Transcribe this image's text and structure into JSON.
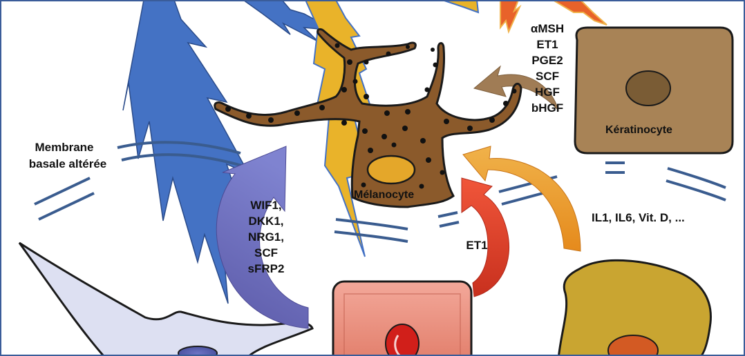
{
  "labels": {
    "membrane_line1": "Membrane",
    "membrane_line2": "basale altérée",
    "melanocyte": "Mélanocyte",
    "keratinocyte": "Kératinocyte",
    "keratinocyte_factors": [
      "αMSH",
      "ET1",
      "PGE2",
      "SCF",
      "HGF",
      "bHGF"
    ],
    "fibroblast_factors": [
      "WIF1,",
      "DKK1,",
      "NRG1,",
      "SCF",
      "sFRP2"
    ],
    "endothelial_factor": "ET1",
    "immune_factors": "IL1, IL6, Vit. D, ..."
  },
  "colors": {
    "melanocyte": "#8b5a2b",
    "keratinocyte": "#a88356",
    "nucleus_melanocyte": "#e4a72a",
    "nucleus_keratinocyte": "#7a5c35",
    "uv_blue": "#4472c4",
    "uv_yellow": "#e9b32a",
    "uv_red": "#e8622a",
    "fibroblast": "#dde0f2",
    "endothelial": "#e8897a",
    "immune_cell": "#c9a531",
    "arrow_purple": "#6a6fb5",
    "arrow_red": "#d93a22",
    "arrow_orange": "#e88f22",
    "arrow_brown": "#a07c55",
    "membrane": "#3a5c8f"
  },
  "icons": {
    "uv_rays": "lightning-bolt-icon",
    "arrows": "curved-arrow-icon"
  }
}
